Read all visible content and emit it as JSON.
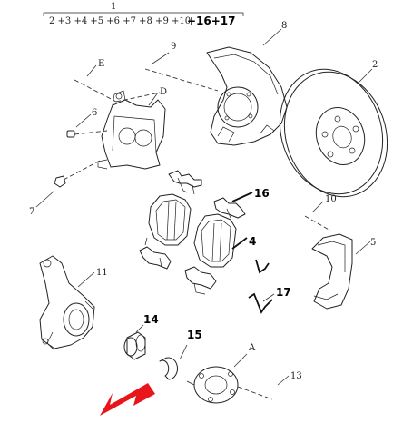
{
  "header": {
    "group_number": "1",
    "group_parts": "2 +3 +4 +5 +6 +7 +8 +9 +10",
    "group_parts_bold": "+16+17"
  },
  "labels": {
    "n2": "2",
    "n4": "4",
    "n5": "5",
    "n6": "6",
    "n7": "7",
    "n8": "8",
    "n9": "9",
    "n10": "10",
    "n11": "11",
    "n13": "13",
    "n14": "14",
    "n15": "15",
    "n16": "16",
    "n17": "17",
    "A": "A",
    "D": "D",
    "E": "E"
  },
  "colors": {
    "highlight_arrow": "#e8151b",
    "line": "#222222"
  }
}
